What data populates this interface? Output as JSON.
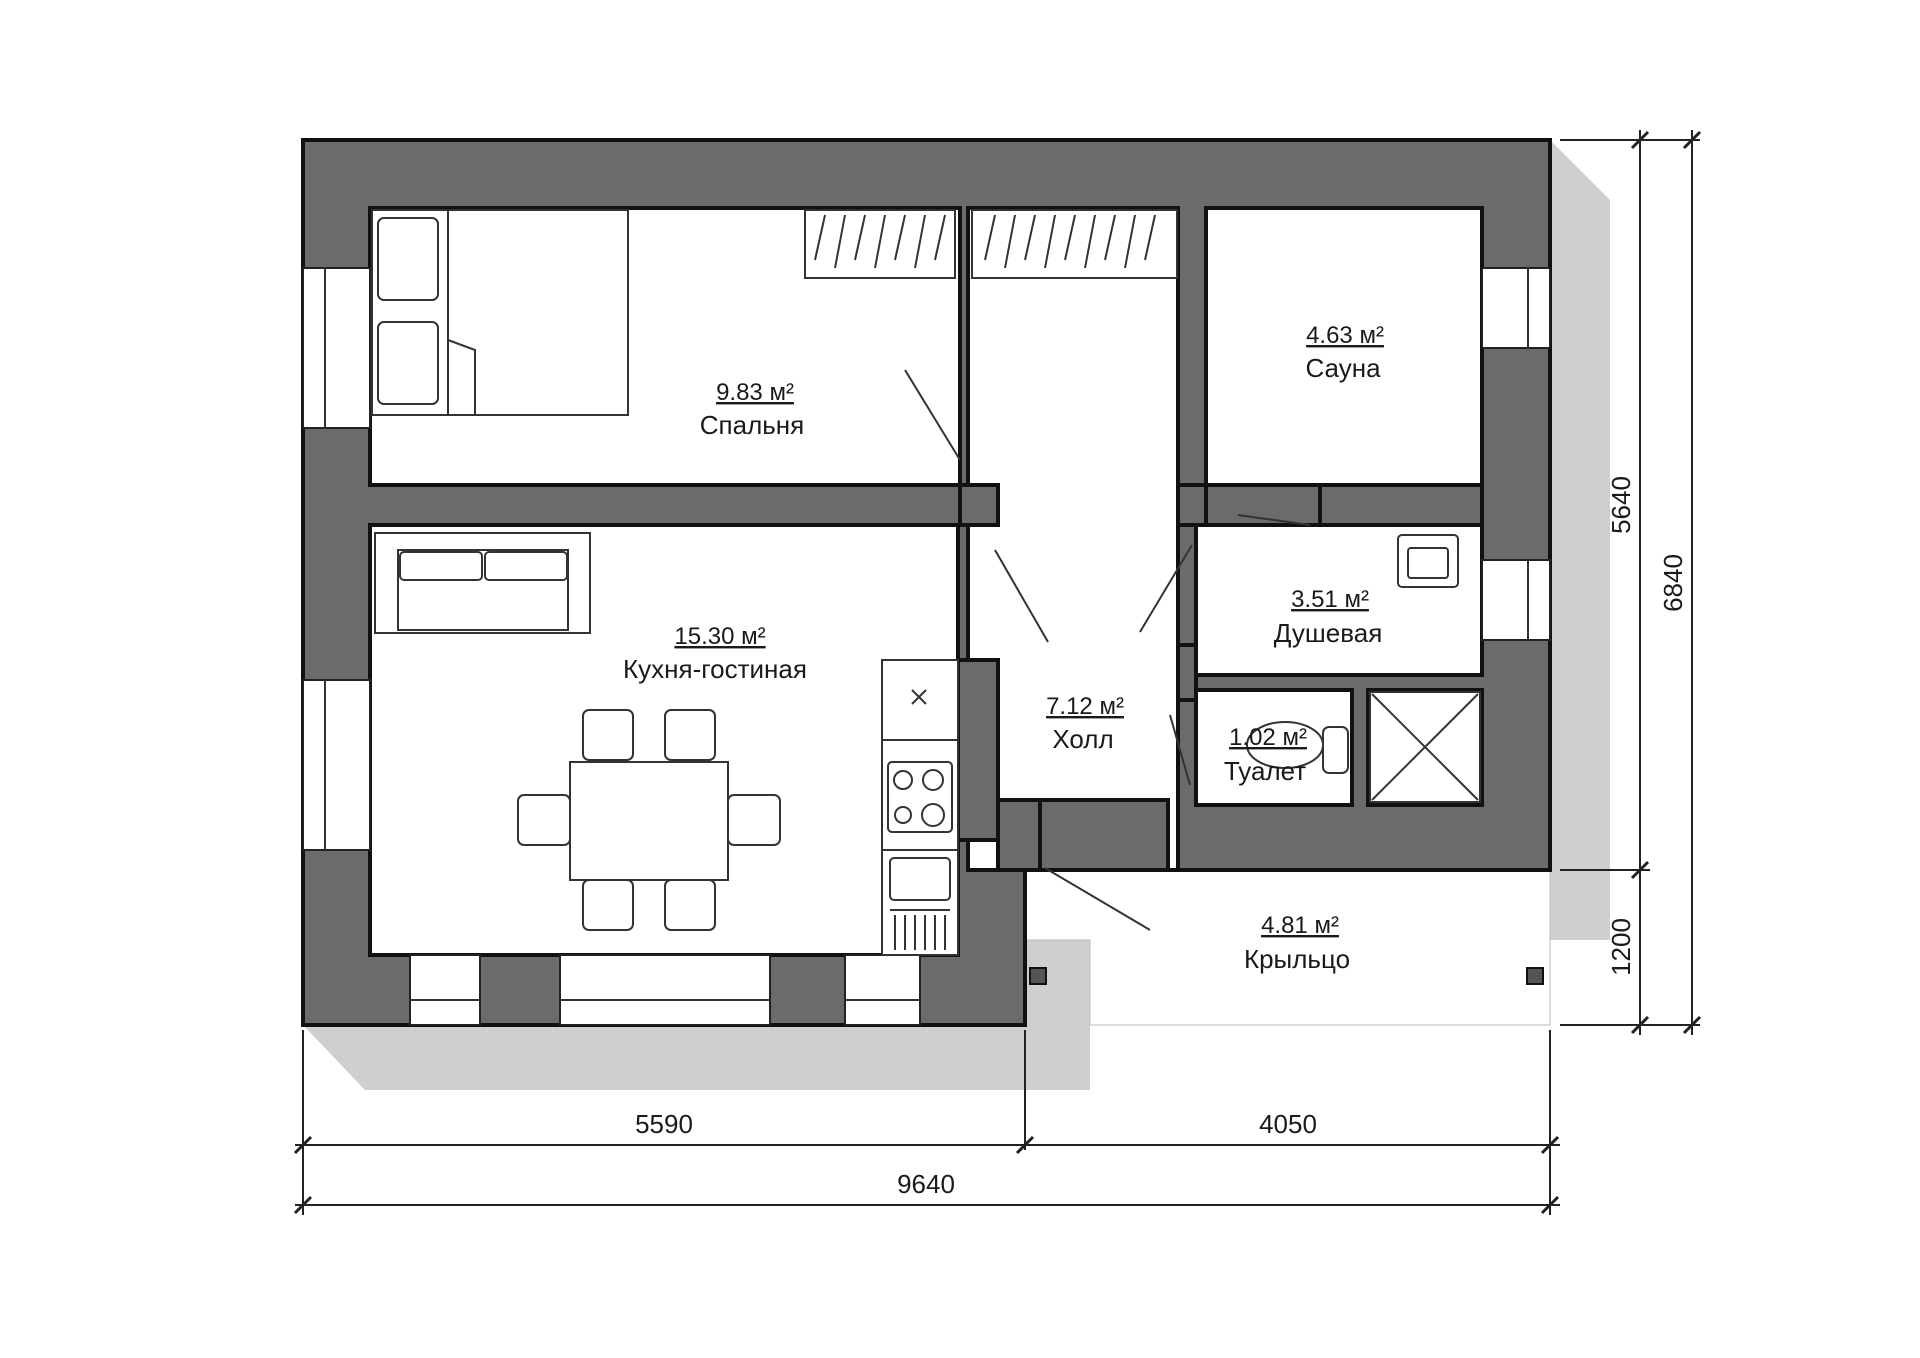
{
  "rooms": [
    {
      "id": "bedroom",
      "name": "Спальня",
      "area": "9.83 м²"
    },
    {
      "id": "kitchen-living",
      "name": "Кухня-гостиная",
      "area": "15.30 м²"
    },
    {
      "id": "hall",
      "name": "Холл",
      "area": "7.12 м²"
    },
    {
      "id": "sauna",
      "name": "Сауна",
      "area": "4.63 м²"
    },
    {
      "id": "shower",
      "name": "Душевая",
      "area": "3.51 м²"
    },
    {
      "id": "toilet",
      "name": "Туалет",
      "area": "1.02 м²"
    },
    {
      "id": "porch",
      "name": "Крыльцо",
      "area": "4.81 м²"
    }
  ],
  "dimensions": {
    "bottom_left": "5590",
    "bottom_right": "4050",
    "bottom_total": "9640",
    "right_upper": "5640",
    "right_lower": "1200",
    "right_total": "6840"
  },
  "colors": {
    "wall": "#6b6b6d",
    "shadow": "#cfcfcf",
    "outline": "#111111"
  }
}
